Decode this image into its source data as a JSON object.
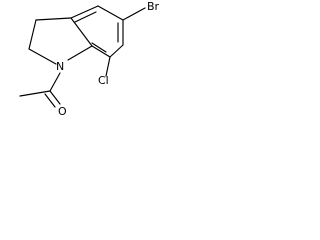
{
  "molecule": {
    "atoms": {
      "bromine": "Br",
      "chlorine": "Cl",
      "nitrogen": "N",
      "oxygen": "O"
    }
  }
}
